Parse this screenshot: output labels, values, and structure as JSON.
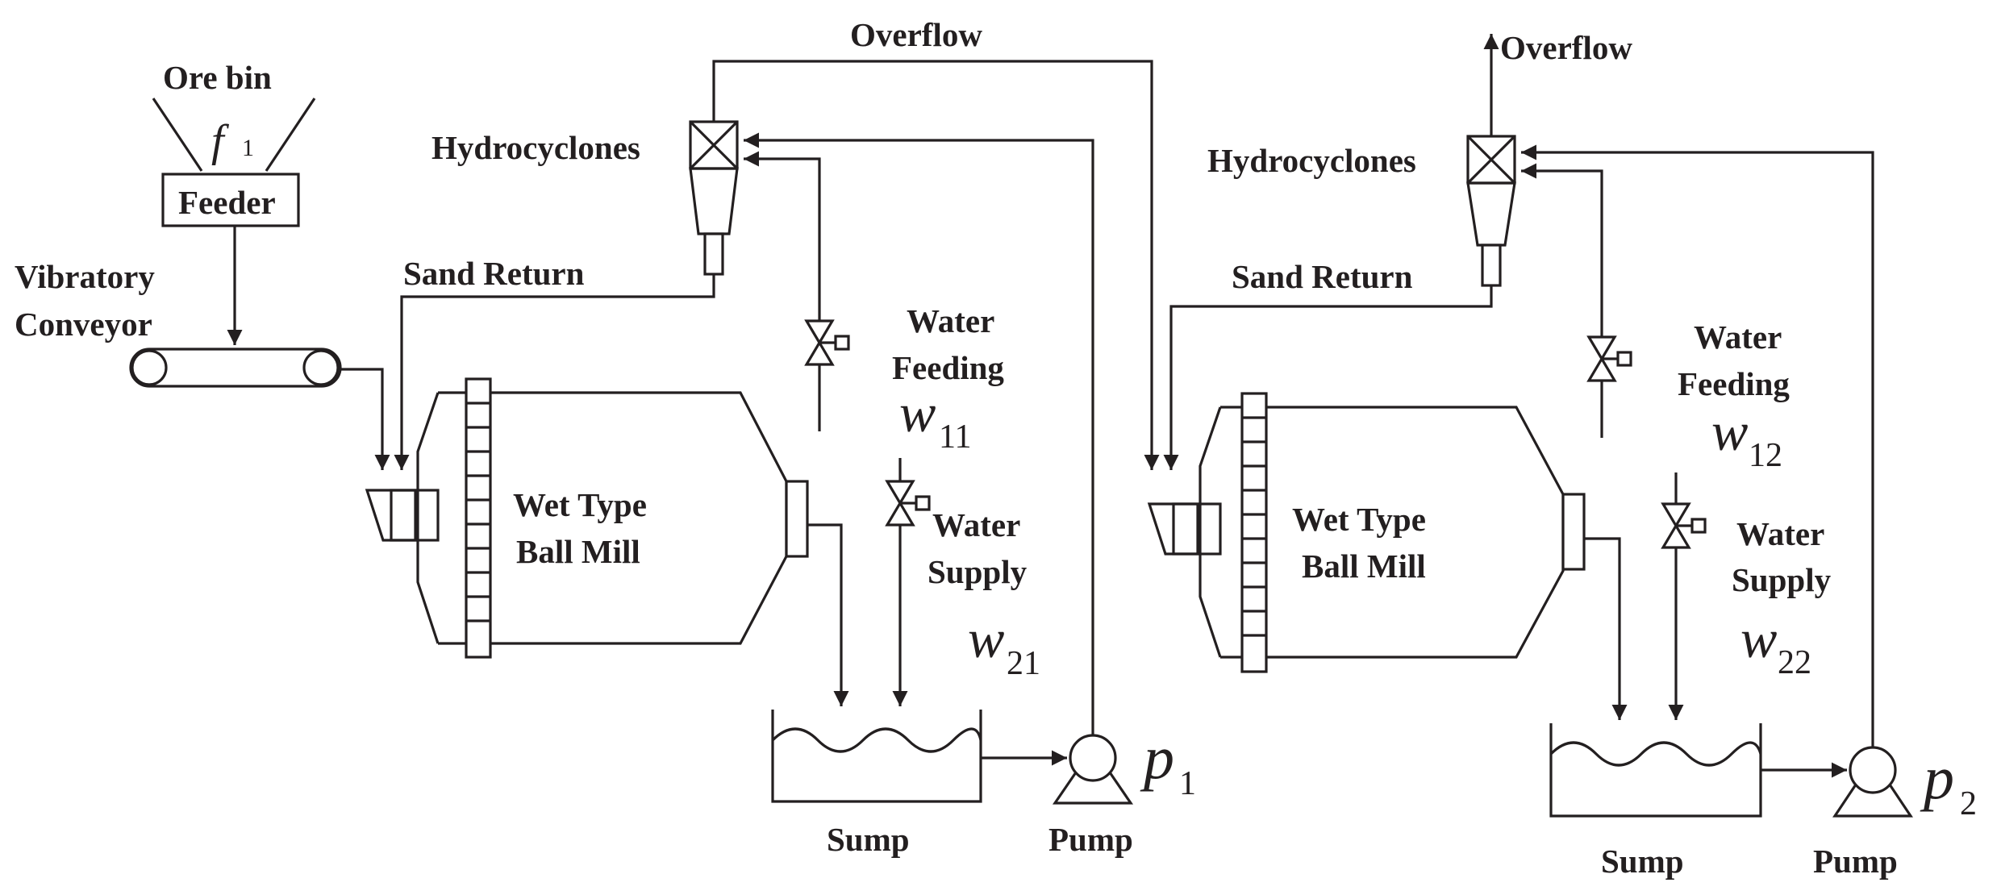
{
  "labels": {
    "ore_bin": "Ore bin",
    "feeder": "Feeder",
    "vibratory_conveyor_line1": "Vibratory",
    "vibratory_conveyor_line2": "Conveyor",
    "overflow": "Overflow",
    "hydrocyclones": "Hydrocyclones",
    "sand_return": "Sand Return",
    "water_feeding_line1": "Water",
    "water_feeding_line2": "Feeding",
    "water_supply_line1": "Water",
    "water_supply_line2": "Supply",
    "ball_mill_line1": "Wet Type",
    "ball_mill_line2": "Ball Mill",
    "sump": "Sump",
    "pump": "Pump"
  },
  "variables": {
    "f1": {
      "base": "f",
      "sub": "1"
    },
    "w11": {
      "base": "w",
      "sub": "11"
    },
    "w21": {
      "base": "w",
      "sub": "21"
    },
    "p1": {
      "base": "p",
      "sub": "1"
    },
    "w12": {
      "base": "w",
      "sub": "12"
    },
    "w22": {
      "base": "w",
      "sub": "22"
    },
    "p2": {
      "base": "p",
      "sub": "2"
    }
  }
}
